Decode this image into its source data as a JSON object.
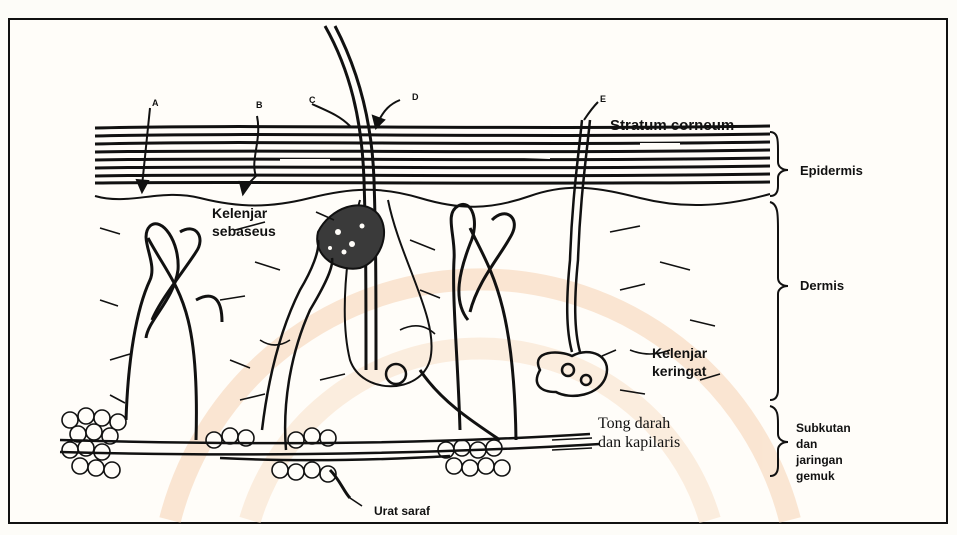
{
  "letters": {
    "a": "A",
    "b": "B",
    "c": "C",
    "d": "D",
    "e": "E"
  },
  "labels": {
    "stratum_corneum": "Stratum corneum",
    "epidermis": "Epidermis",
    "dermis": "Dermis",
    "subkutan_1": "Subkutan",
    "subkutan_2": "dan",
    "subkutan_3": "jaringan",
    "subkutan_4": "gemuk",
    "kelenjar_sebaseus_1": "Kelenjar",
    "kelenjar_sebaseus_2": "sebaseus",
    "kelenjar_keringat_1": "Kelenjar",
    "kelenjar_keringat_2": "keringat",
    "pembuluh_1": "Tong darah",
    "pembuluh_2": "dan kapilaris",
    "urat_saraf": "Urat saraf"
  },
  "colors": {
    "ink": "#111111",
    "watermark": "#f5c7a0",
    "paper": "#fffdf9"
  }
}
